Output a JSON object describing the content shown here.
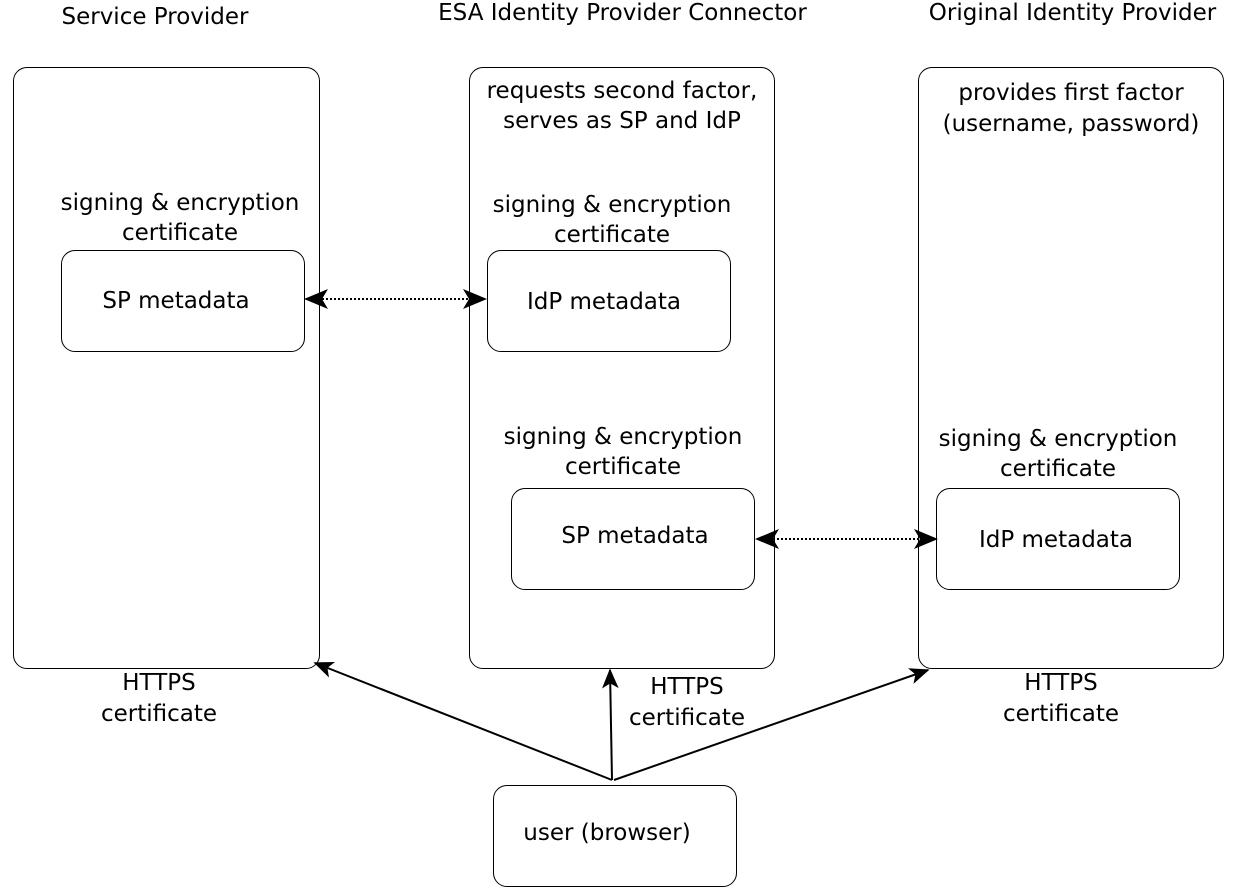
{
  "columns": {
    "sp": {
      "title": "Service Provider",
      "cert_label": [
        "signing & encryption",
        "certificate"
      ],
      "metadata": "SP metadata",
      "https": [
        "HTTPS",
        "certificate"
      ]
    },
    "connector": {
      "title": "ESA Identity Provider Connector",
      "description": [
        "requests second factor,",
        "serves as SP and IdP"
      ],
      "idp_cert_label": [
        "signing & encryption",
        "certificate"
      ],
      "idp_metadata": "IdP metadata",
      "sp_cert_label": [
        "signing & encryption",
        "certificate"
      ],
      "sp_metadata": "SP metadata",
      "https": [
        "HTTPS",
        "certificate"
      ]
    },
    "original_idp": {
      "title": "Original Identity Provider",
      "description": [
        "provides first factor",
        "(username, password)"
      ],
      "cert_label": [
        "signing & encryption",
        "certificate"
      ],
      "metadata": "IdP metadata",
      "https": [
        "HTTPS",
        "certificate"
      ]
    }
  },
  "user": {
    "label": "user (browser)"
  }
}
